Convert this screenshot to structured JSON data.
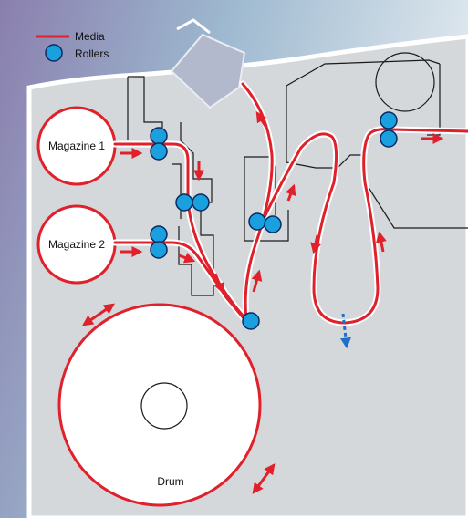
{
  "legend": {
    "media_label": "Media",
    "rollers_label": "Rollers"
  },
  "labels": {
    "magazine_1": "Magazine 1",
    "magazine_2": "Magazine 2",
    "drum": "Drum"
  },
  "colors": {
    "media": "#e0202a",
    "roller_fill": "#1a9fdf",
    "roller_stroke": "#0a2a60",
    "frame_outline": "#ffffff",
    "interior": "#d4d8db",
    "background_left": "#8a7fae",
    "background_right": "#dbe5ec",
    "output_arrow": "#1f6fc8",
    "structure_line": "#1a1a1a"
  },
  "icons": {
    "roller": "roller-circle-icon",
    "direction": "arrow-icon"
  }
}
